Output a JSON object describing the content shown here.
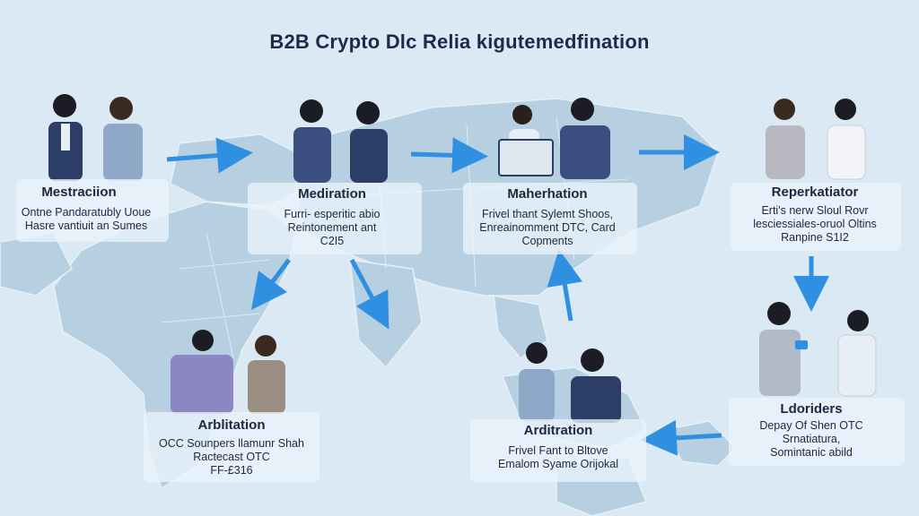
{
  "title": "B2B Crypto Dlc Relia kigutemedfination",
  "colors": {
    "arrow": "#2f8fe0",
    "map_land": "#a9c8dc",
    "ocean": "#dbe9f4",
    "text": "#1c2740"
  },
  "steps": [
    {
      "title": "Mestraciion",
      "lines": [
        "Ontne Pandaratubly Uoue",
        "Hasre vantiuit an Sumes"
      ]
    },
    {
      "title": "Mediration",
      "lines": [
        "Furri- esperitic abio",
        "Reintonement ant",
        "C2I5"
      ]
    },
    {
      "title": "Maherhation",
      "lines": [
        "Frivel thant Sylemt Shoos,",
        "Enreainomment DTC, Card",
        "Copments"
      ]
    },
    {
      "title": "Reperkatiator",
      "lines": [
        "Erti's nerw Sloul Rovr",
        "lesciessiales-oruol Oltins",
        "Ranpine S1I2"
      ]
    },
    {
      "title": "Ldoriders",
      "lines": [
        "Depay Of Shen OTC",
        "Srnatiatura,",
        "Somintanic abild"
      ]
    },
    {
      "title": "Arditration",
      "lines": [
        "Frivel Fant to Bltove",
        "Emalom Syame Orijokal"
      ]
    },
    {
      "title": "Arblitation",
      "lines": [
        "OCC Sounpers llamunr Shah",
        "Ractecast OTC",
        "FF-£316"
      ]
    }
  ]
}
